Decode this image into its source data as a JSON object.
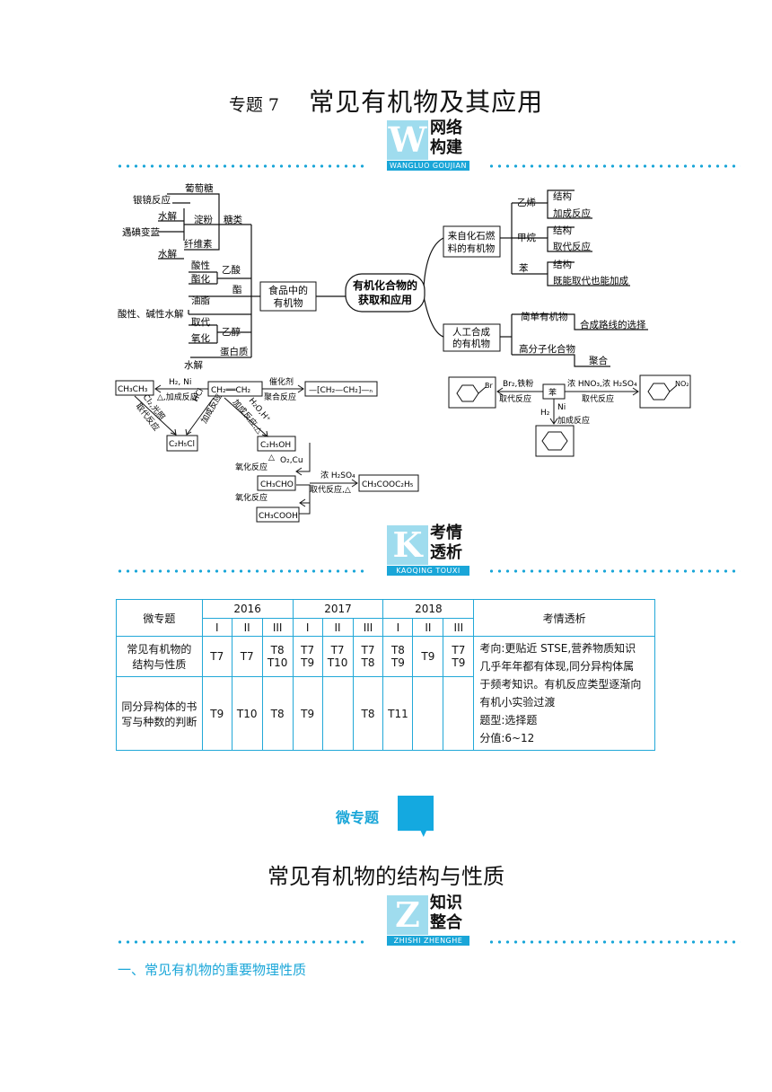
{
  "title": {
    "prefix": "专题 7",
    "main": "常见有机物及其应用"
  },
  "badges": {
    "network": {
      "letter": "W",
      "cn1": "网络",
      "cn2": "构建",
      "en": "WANGLUO GOUJIAN"
    },
    "exam": {
      "letter": "K",
      "cn1": "考情",
      "cn2": "透析",
      "en": "KAOQING TOUXI"
    },
    "knowledge": {
      "letter": "Z",
      "cn1": "知识",
      "cn2": "整合",
      "en": "ZHISHI ZHENGHE"
    }
  },
  "mindmap": {
    "center": [
      "有机化合物的",
      "获取和应用"
    ],
    "food": [
      "食品中的",
      "有机物"
    ],
    "fossil": [
      "来自化石燃",
      "料的有机物"
    ],
    "synthetic": [
      "人工合成",
      "的有机物"
    ],
    "left_items": [
      "葡萄糖",
      "银镜反应",
      "淀粉",
      "糖类",
      "水解",
      "遇碘变蓝",
      "纤维素",
      "水解",
      "酸性",
      "乙酸",
      "酯化",
      "酯",
      "油脂",
      "酸性、碱性水解",
      "取代",
      "乙醇",
      "氧化",
      "蛋白质",
      "水解"
    ],
    "fossil_items": {
      "ethylene": "乙烯",
      "methane": "甲烷",
      "benzene": "苯",
      "s1": "结构",
      "r1": "加成反应",
      "s2": "结构",
      "r2": "取代反应",
      "s3": "结构",
      "r3": "既能取代也能加成"
    },
    "synthetic_items": {
      "small": "简单有机物",
      "route": "合成路线的选择",
      "polymer": "高分子化合物",
      "poly": "聚合"
    },
    "ethylene_chain": {
      "ethylene": "CH₂══CH₂",
      "ethane": "CH₃CH₃",
      "h2ni": "H₂, Ni",
      "add1": "△,加成反应",
      "cat": "催化剂",
      "polyr": "聚合反应",
      "polymer": "—[CH₂—CH₂]—ₙ",
      "cl2": "Cl₂,光照",
      "sub": "取代反应",
      "hcl": "HCl",
      "addr": "加成反应",
      "h2o": "H₂O,H⁺",
      "addr2": "加成反应,△",
      "ethyl_cl": "C₂H₅Cl",
      "ethanol": "C₂H₅OH",
      "tri": "△",
      "o2cu": "O₂,Cu",
      "ox1": "氧化反应",
      "acetal": "CH₃CHO",
      "ox2": "氧化反应",
      "acid": "CH₃COOH",
      "h2so4": "浓 H₂SO₄",
      "sub2": "取代反应,△",
      "ester": "CH₃COOC₂H₅"
    },
    "benzene_chain": {
      "benzene": "苯",
      "br2": "Br₂,铁粉",
      "sub": "取代反应",
      "hno3": "浓 HNO₃,浓 H₂SO₄",
      "sub2": "取代反应",
      "ni": "Ni",
      "h2": "H₂",
      "add": "加成反应",
      "br": "Br",
      "no2": "NO₂"
    }
  },
  "table": {
    "head_topic": "微专题",
    "years": [
      "2016",
      "2017",
      "2018"
    ],
    "papers": [
      "I",
      "II",
      "III",
      "I",
      "II",
      "III",
      "I",
      "II",
      "III"
    ],
    "head_note": "考情透析",
    "rows": [
      {
        "topic": [
          "常见有机物的",
          "结构与性质"
        ],
        "cells": [
          "T7",
          "T7",
          "T8 T10",
          "T7 T9",
          "T7 T10",
          "T7 T8",
          "T8 T9",
          "T9",
          "T7 T9"
        ]
      },
      {
        "topic": [
          "同分异构体的书",
          "写与种数的判断"
        ],
        "cells": [
          "T9",
          "T10",
          "T8",
          "T9",
          "",
          "T8",
          "T11",
          "",
          ""
        ]
      }
    ],
    "note": [
      "考向:更贴近 STSE,营养物质知识",
      "几乎年年都有体现,同分异构体属",
      "于频考知识。有机反应类型逐渐向",
      "有机小实验过渡",
      "题型:选择题",
      "分值:6~12"
    ]
  },
  "micro_label": "微专题",
  "subtitle": "常见有机物的结构与性质",
  "section_heading": "一、常见有机物的重要物理性质",
  "colors": {
    "accent": "#1aa6d8",
    "badge_light": "#9fdcee"
  }
}
